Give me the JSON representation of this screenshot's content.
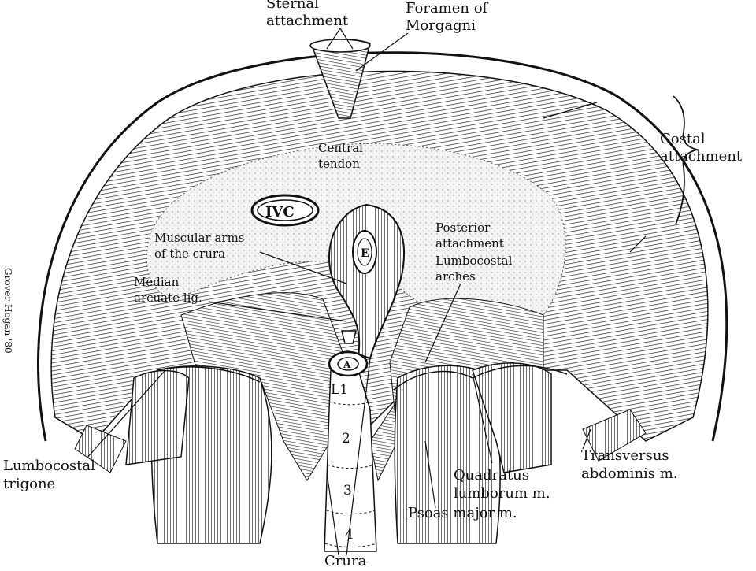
{
  "labels": {
    "sternal_line1": "Sternal",
    "sternal_line2": "attachment",
    "foramen_line1": "Foramen of",
    "foramen_line2": "Morgagni",
    "costal_line1": "Costal",
    "costal_line2": "attachment",
    "central_line1": "Central",
    "central_line2": "tendon",
    "ivc": "IVC",
    "esophagus": "E",
    "aorta": "A",
    "posterior_line1": "Posterior",
    "posterior_line2": "attachment",
    "lumbocostal_arches_line1": "Lumbocostal",
    "lumbocostal_arches_line2": "arches",
    "muscular_line1": "Muscular arms",
    "muscular_line2": "of the crura",
    "median_line1": "Median",
    "median_line2": "arcuate lig.",
    "lumbocostal_trigone_line1": "Lumbocostal",
    "lumbocostal_trigone_line2": "trigone",
    "transversus_line1": "Transversus",
    "transversus_line2": "abdominis m.",
    "quadratus_line1": "Quadratus",
    "quadratus_line2": "lumborum m.",
    "psoas": "Psoas major m.",
    "crura": "Crura",
    "vertebra_l1": "L1",
    "vertebra_2": "2",
    "vertebra_3": "3",
    "vertebra_4": "4",
    "artist": "Grover Hogan '80"
  },
  "colors": {
    "ink": "#111111",
    "paper": "#ffffff",
    "tendon": "#f4f4f4"
  }
}
